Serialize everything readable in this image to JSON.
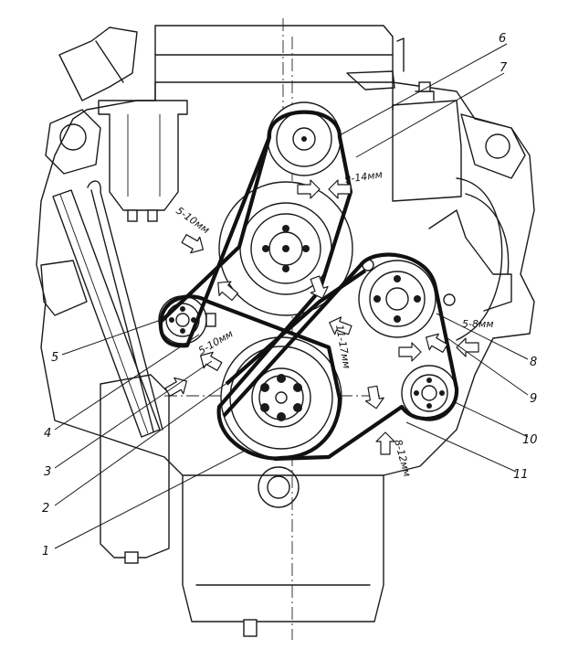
{
  "labels": {
    "l1": "1",
    "l2": "2",
    "l3": "3",
    "l4": "4",
    "l5": "5",
    "l6": "6",
    "l7": "7",
    "l8": "8",
    "l9": "9",
    "l10": "10",
    "l11": "11"
  },
  "dimensions": {
    "d_top": "9-14мм",
    "d_left": "5-10мм",
    "d_left2": "5-10мм",
    "d_center": "11-17мм",
    "d_right": "5-8мм",
    "d_bottom": "8-12мм"
  }
}
